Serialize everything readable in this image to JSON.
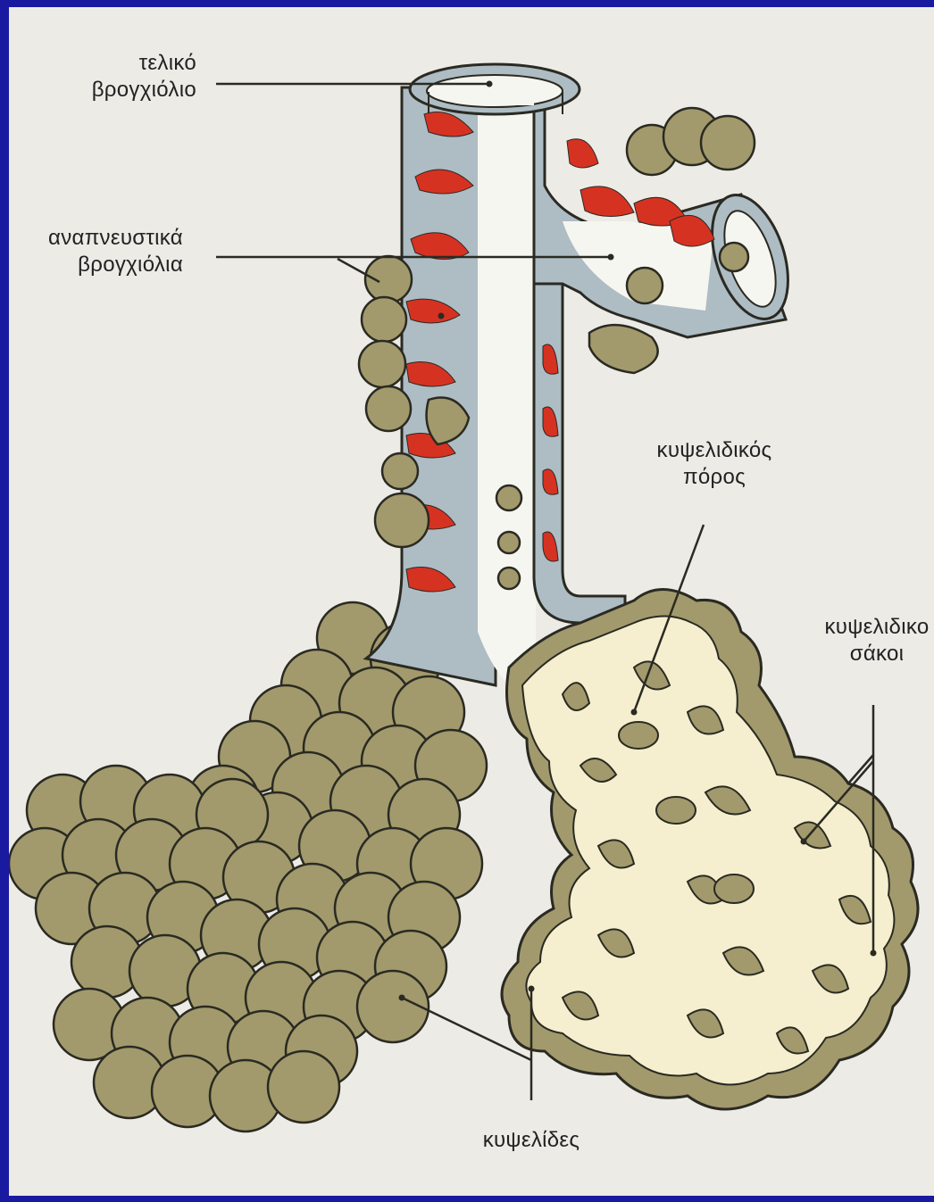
{
  "labels": {
    "terminal_bronchiole": [
      "τελικό",
      "βρογχιόλιο"
    ],
    "respiratory_bronchioles": [
      "αναπνευστικά",
      "βρογχιόλια"
    ],
    "alveolar_duct": [
      "κυψελιδικός",
      "πόρος"
    ],
    "alveolar_sacs": [
      "κυψελιδικο",
      "σάκοι"
    ],
    "alveoli": [
      "κυψελίδες"
    ]
  },
  "colors": {
    "frame": "#1a1aa0",
    "paper": "#ecebe6",
    "tube": "#aebcc4",
    "lumen": "#f6f6f0",
    "muscle": "#d63222",
    "alveolus": "#a29a6c",
    "sac_interior": "#f5efcf",
    "outline": "#2a2a22"
  }
}
